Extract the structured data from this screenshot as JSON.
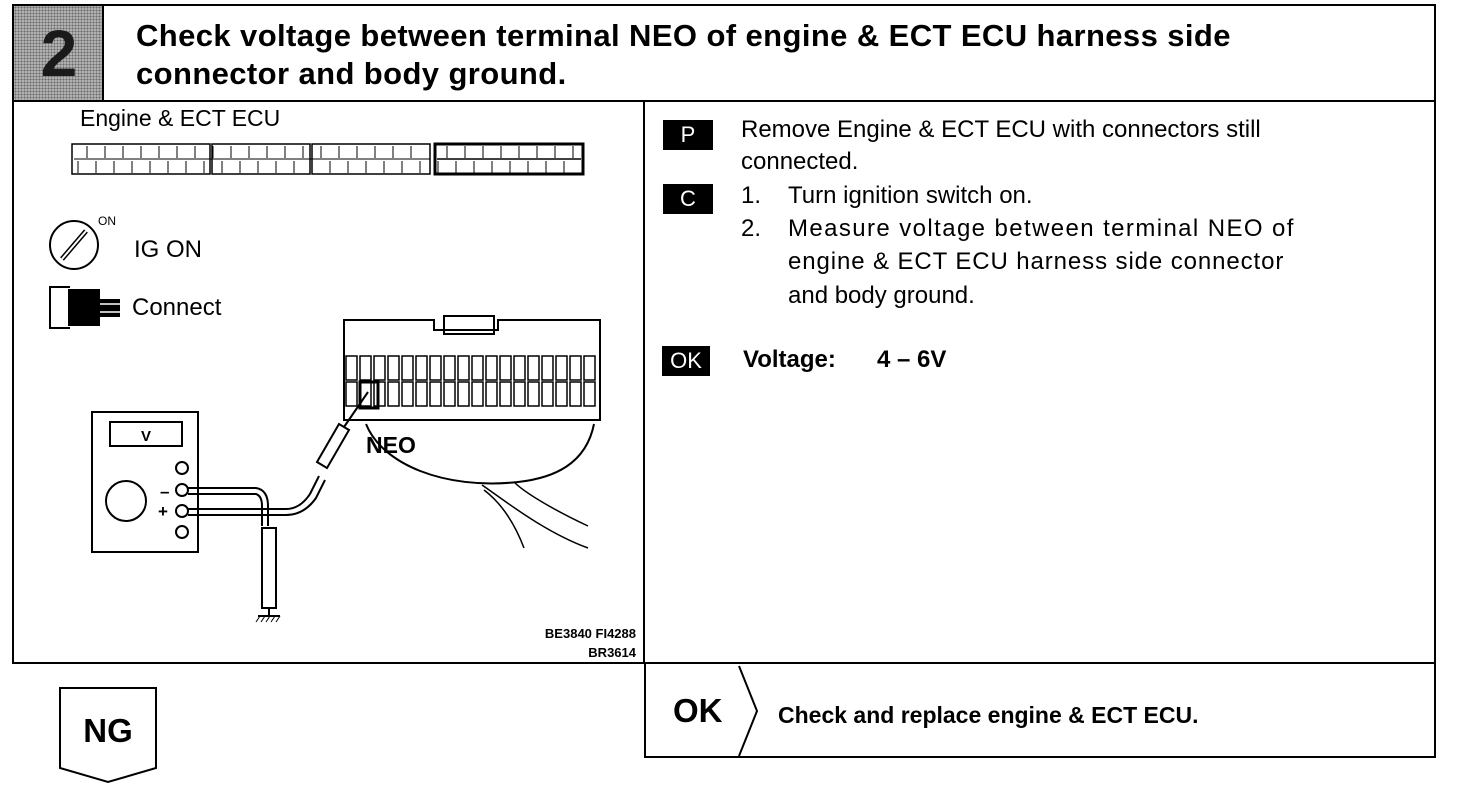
{
  "step": {
    "number": "2"
  },
  "title": {
    "line1": "Check voltage between terminal NEO of engine & ECT ECU harness side",
    "line2": "connector and body ground."
  },
  "diagram": {
    "ecu_label": "Engine & ECT ECU",
    "ig_on_superscript": "ON",
    "ig_on_label": "IG ON",
    "connect_label": "Connect",
    "meter_display": "V",
    "minus_label": "–",
    "plus_label": "+",
    "terminal_label": "NEO",
    "figure_codes": [
      "BE3840 FI4288",
      "BR3614"
    ]
  },
  "instructions": {
    "p_badge": "P",
    "p_line1": "Remove Engine & ECT ECU with connectors still",
    "p_line2": "connected.",
    "c_badge": "C",
    "step1_num": "1.",
    "step1_text": "Turn ignition switch on.",
    "step2_num": "2.",
    "step2_line1": "Measure voltage between terminal NEO of",
    "step2_line2": "engine & ECT ECU harness side connector",
    "step2_line3": "and body ground.",
    "ok_badge": "OK",
    "voltage_label": "Voltage:",
    "voltage_value": "4 – 6V"
  },
  "result_ok": {
    "label": "OK",
    "action": "Check and replace engine & ECT ECU."
  },
  "result_ng": {
    "label": "NG"
  }
}
